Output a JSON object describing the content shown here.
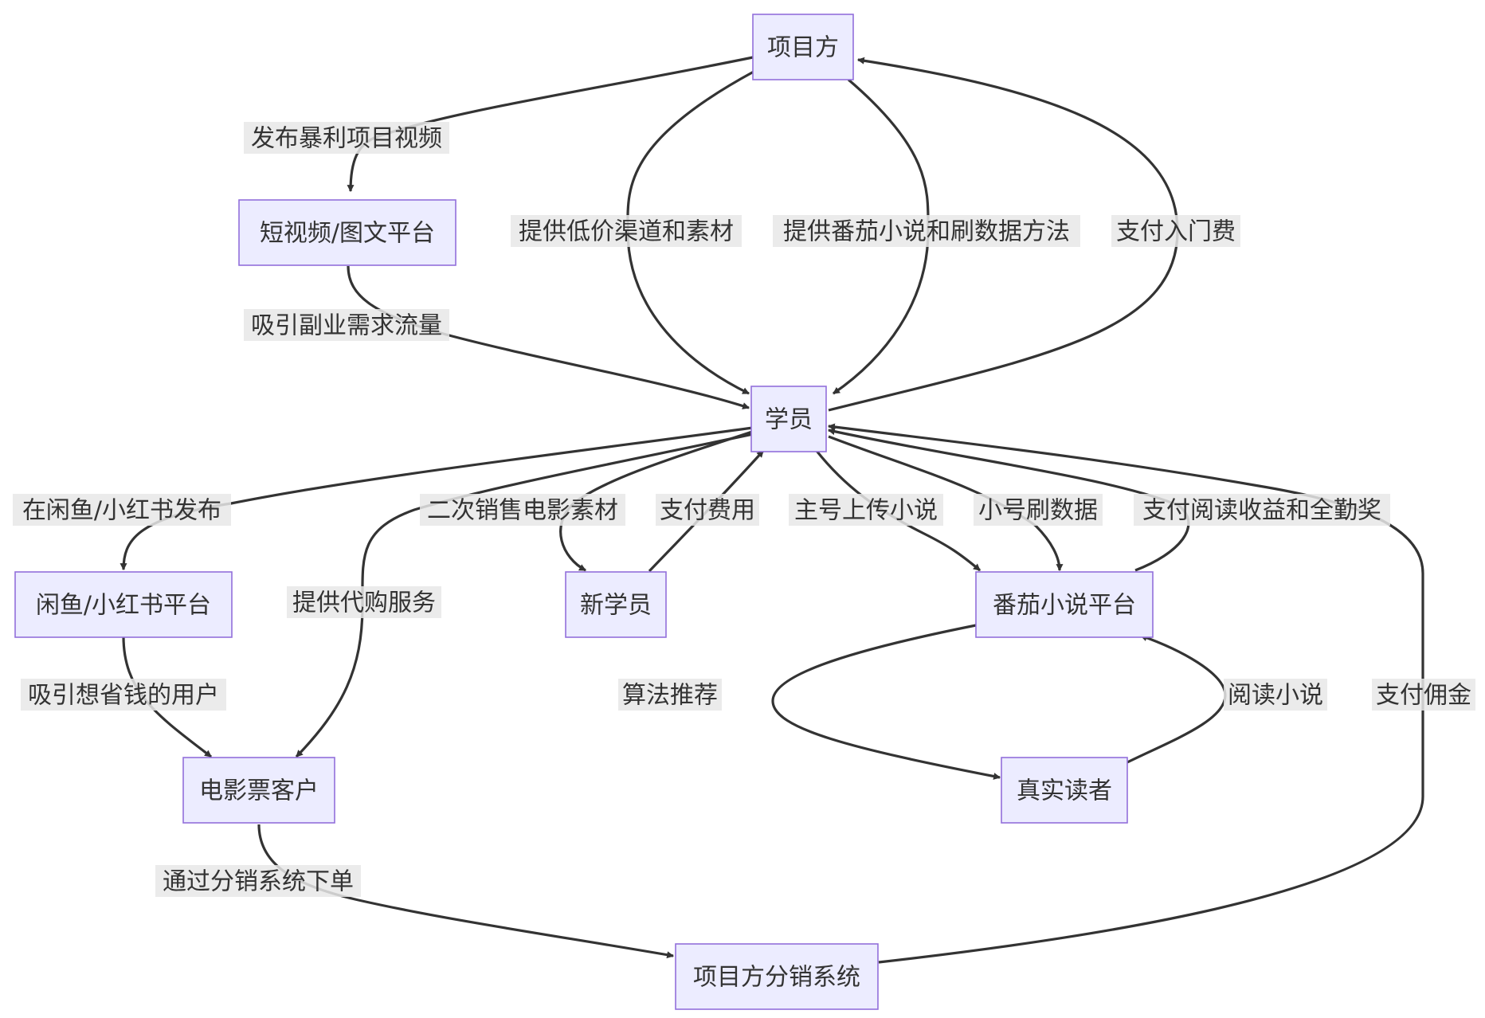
{
  "nodes": {
    "project": "项目方",
    "short_video": "短视频/图文平台",
    "student": "学员",
    "xianyu": "闲鱼/小红书平台",
    "new_student": "新学员",
    "fanqie": "番茄小说平台",
    "movie_customer": "电影票客户",
    "real_reader": "真实读者",
    "distribution": "项目方分销系统"
  },
  "edges": {
    "publish_video": "发布暴利项目视频",
    "attract_traffic": "吸引副业需求流量",
    "low_price_channel": "提供低价渠道和素材",
    "fanqie_method": "提供番茄小说和刷数据方法",
    "entry_fee": "支付入门费",
    "post_xianyu": "在闲鱼/小红书发布",
    "resell_material": "二次销售电影素材",
    "pay_fee": "支付费用",
    "upload_novel": "主号上传小说",
    "sub_account": "小号刷数据",
    "reading_income": "支付阅读收益和全勤奖",
    "proxy_service": "提供代购服务",
    "attract_savers": "吸引想省钱的用户",
    "algorithm": "算法推荐",
    "read_novel": "阅读小说",
    "commission": "支付佣金",
    "order_distribution": "通过分销系统下单"
  }
}
